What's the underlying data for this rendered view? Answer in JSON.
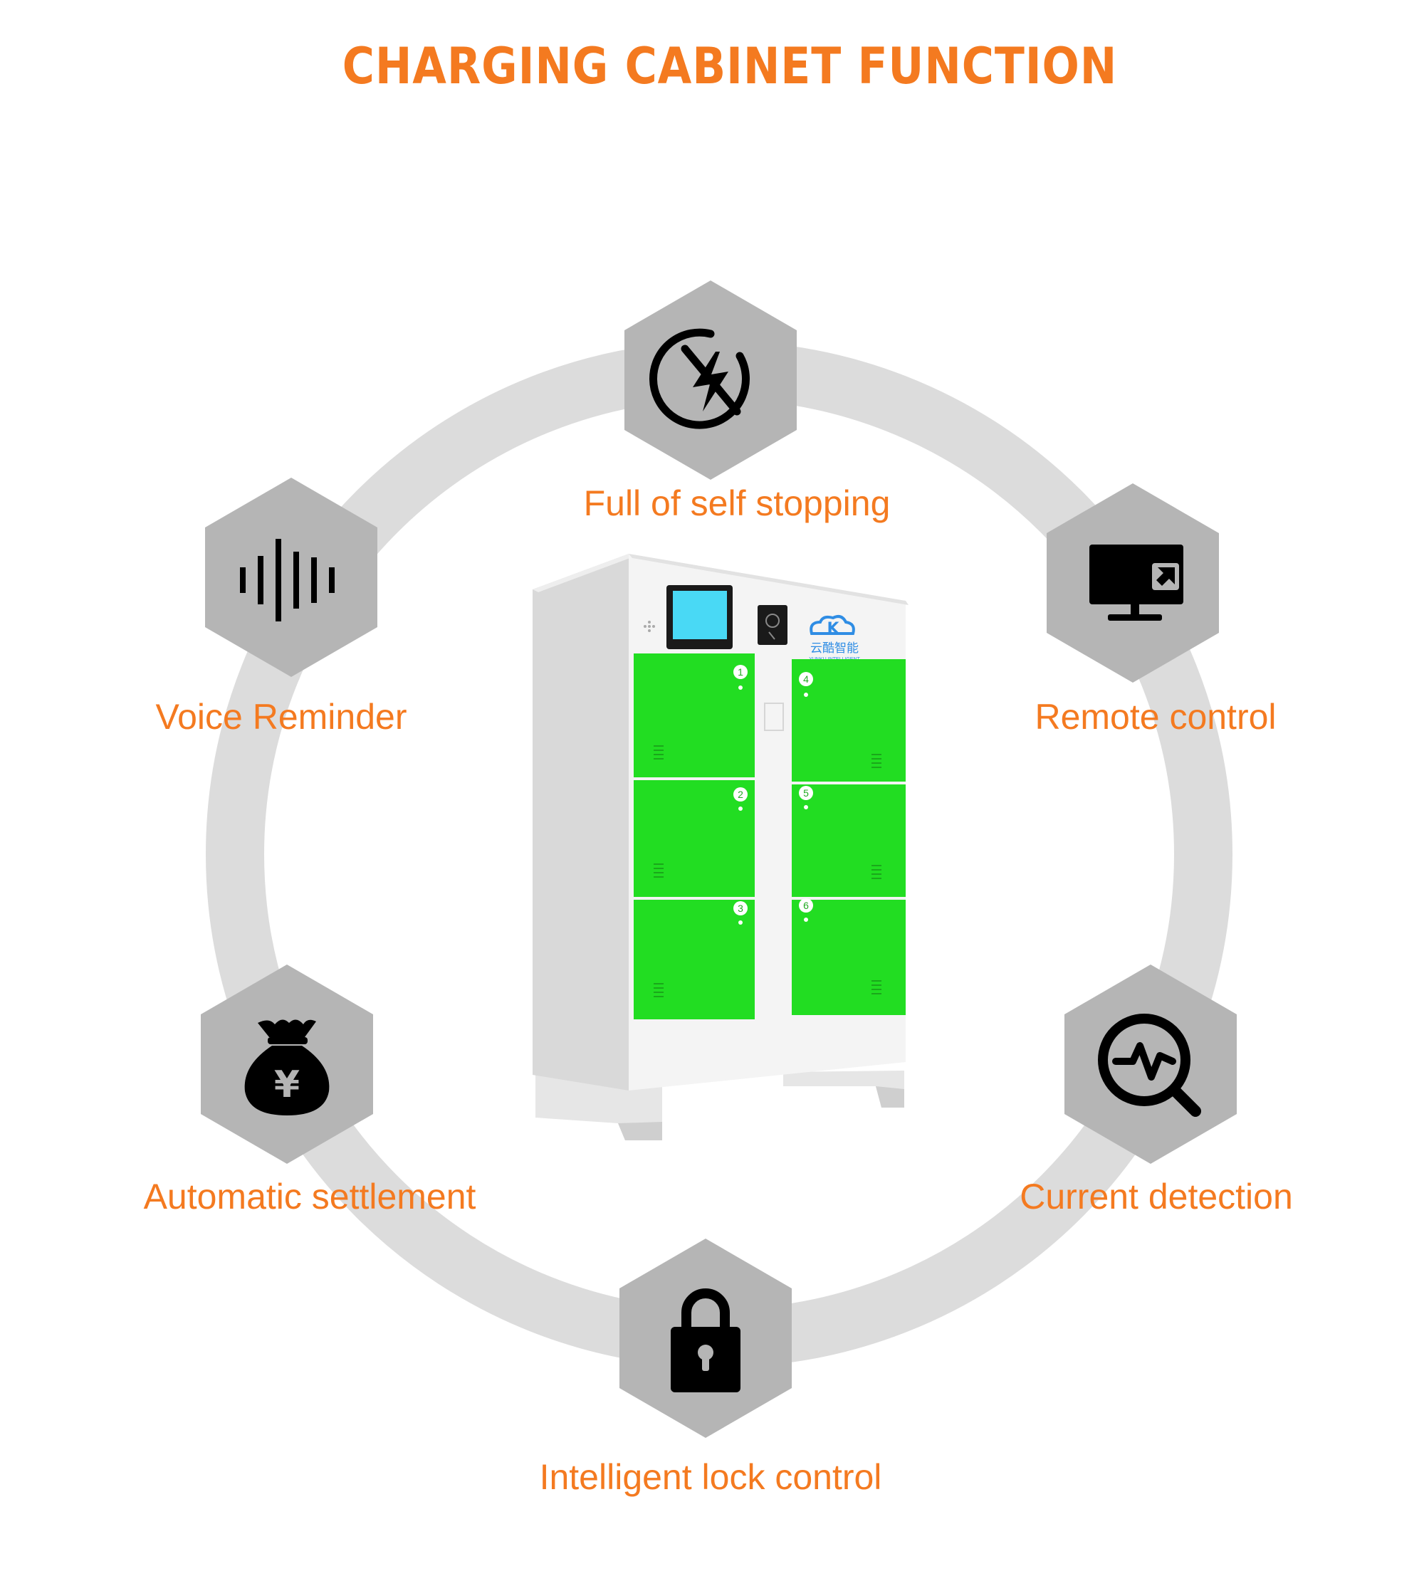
{
  "title": "CHARGING CABINET FUNCTION",
  "colors": {
    "accent": "#f47a20",
    "hex_fill": "#b5b5b5",
    "ring": "#dcdcdc",
    "locker_green": "#22dd22",
    "cabinet_body": "#f2f2f2",
    "screen": "#49d9f5",
    "icon": "#000000"
  },
  "features": [
    {
      "label": "Full of self stopping",
      "icon": "no-charge-icon"
    },
    {
      "label": "Voice Reminder",
      "icon": "sound-wave-icon"
    },
    {
      "label": "Remote control",
      "icon": "monitor-remote-icon"
    },
    {
      "label": "Automatic settlement",
      "icon": "money-bag-yen-icon"
    },
    {
      "label": "Current detection",
      "icon": "pulse-search-icon"
    },
    {
      "label": "Intelligent lock control",
      "icon": "padlock-icon"
    }
  ],
  "cabinet": {
    "brand_cn": "云酷智能",
    "brand_en": "YUNKU INTELLIGENT",
    "logo_letter": "K",
    "doors": [
      "1",
      "2",
      "3",
      "4",
      "5",
      "6"
    ],
    "currency_symbol": "¥"
  }
}
